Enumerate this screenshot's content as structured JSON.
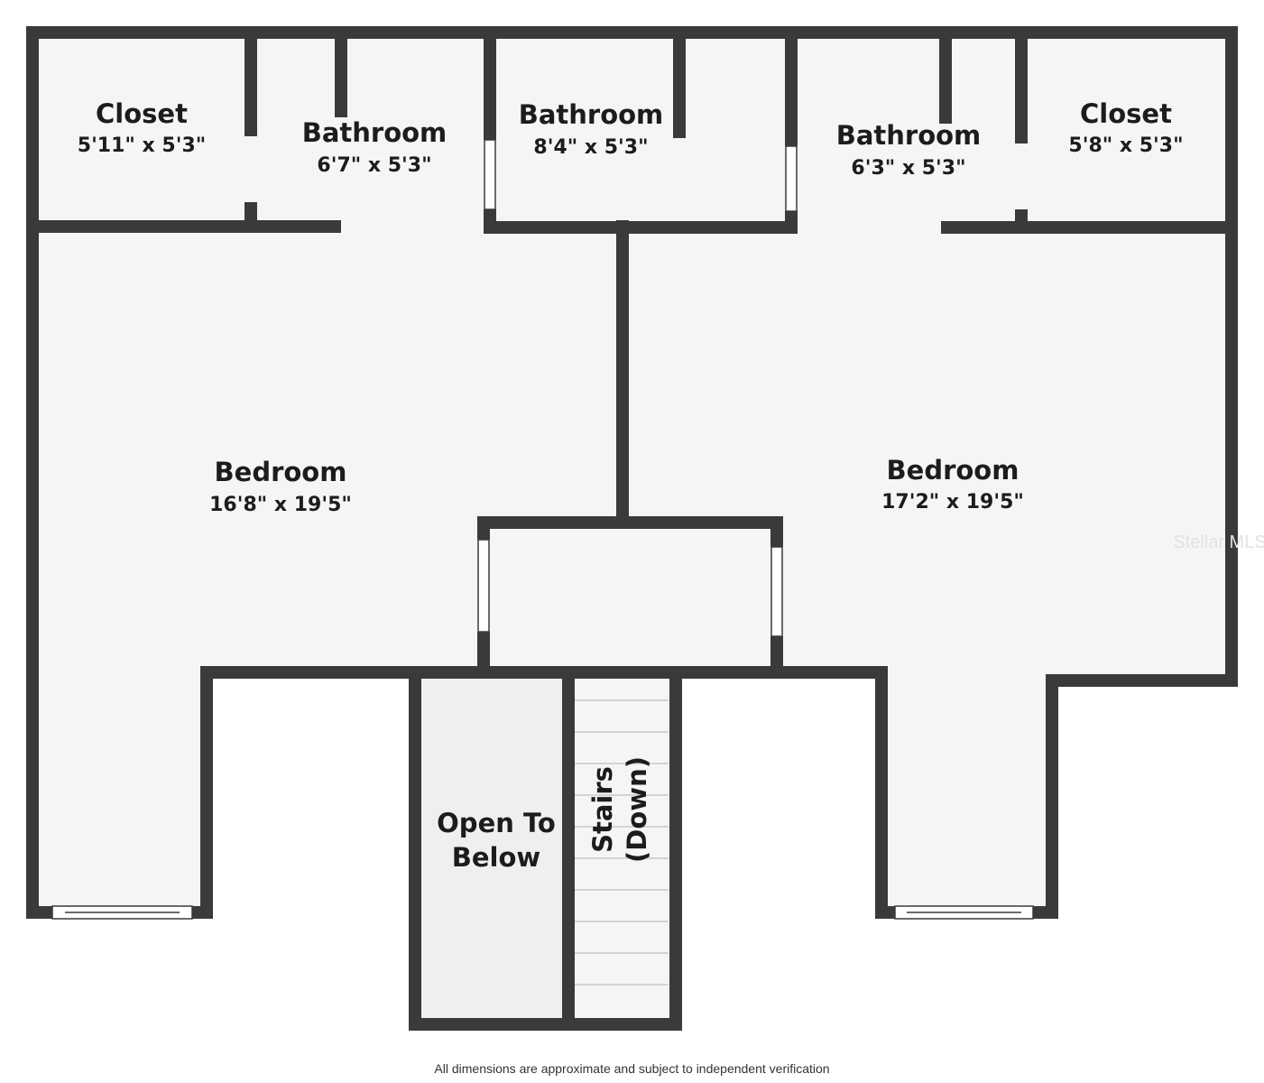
{
  "rooms": {
    "closet_left": {
      "name": "Closet",
      "dims": "5'11\" x 5'3\""
    },
    "bath_left": {
      "name": "Bathroom",
      "dims": "6'7\" x 5'3\""
    },
    "bath_mid": {
      "name": "Bathroom",
      "dims": "8'4\" x 5'3\""
    },
    "bath_right": {
      "name": "Bathroom",
      "dims": "6'3\" x 5'3\""
    },
    "closet_right": {
      "name": "Closet",
      "dims": "5'8\" x 5'3\""
    },
    "bedroom_left": {
      "name": "Bedroom",
      "dims": "16'8\" x 19'5\""
    },
    "bedroom_right": {
      "name": "Bedroom",
      "dims": "17'2\" x 19'5\""
    },
    "open_to_below": {
      "line1": "Open To",
      "line2": "Below"
    },
    "stairs": {
      "line1": "Stairs",
      "line2": "(Down)"
    }
  },
  "watermark": "Stellar MLS",
  "disclaimer": "All dimensions are approximate and subject to independent verification",
  "colors": {
    "wall": "#3a3a3a",
    "floor": "#f5f5f5",
    "open_floor": "#efefef",
    "stair_line": "#c8c8c8"
  }
}
